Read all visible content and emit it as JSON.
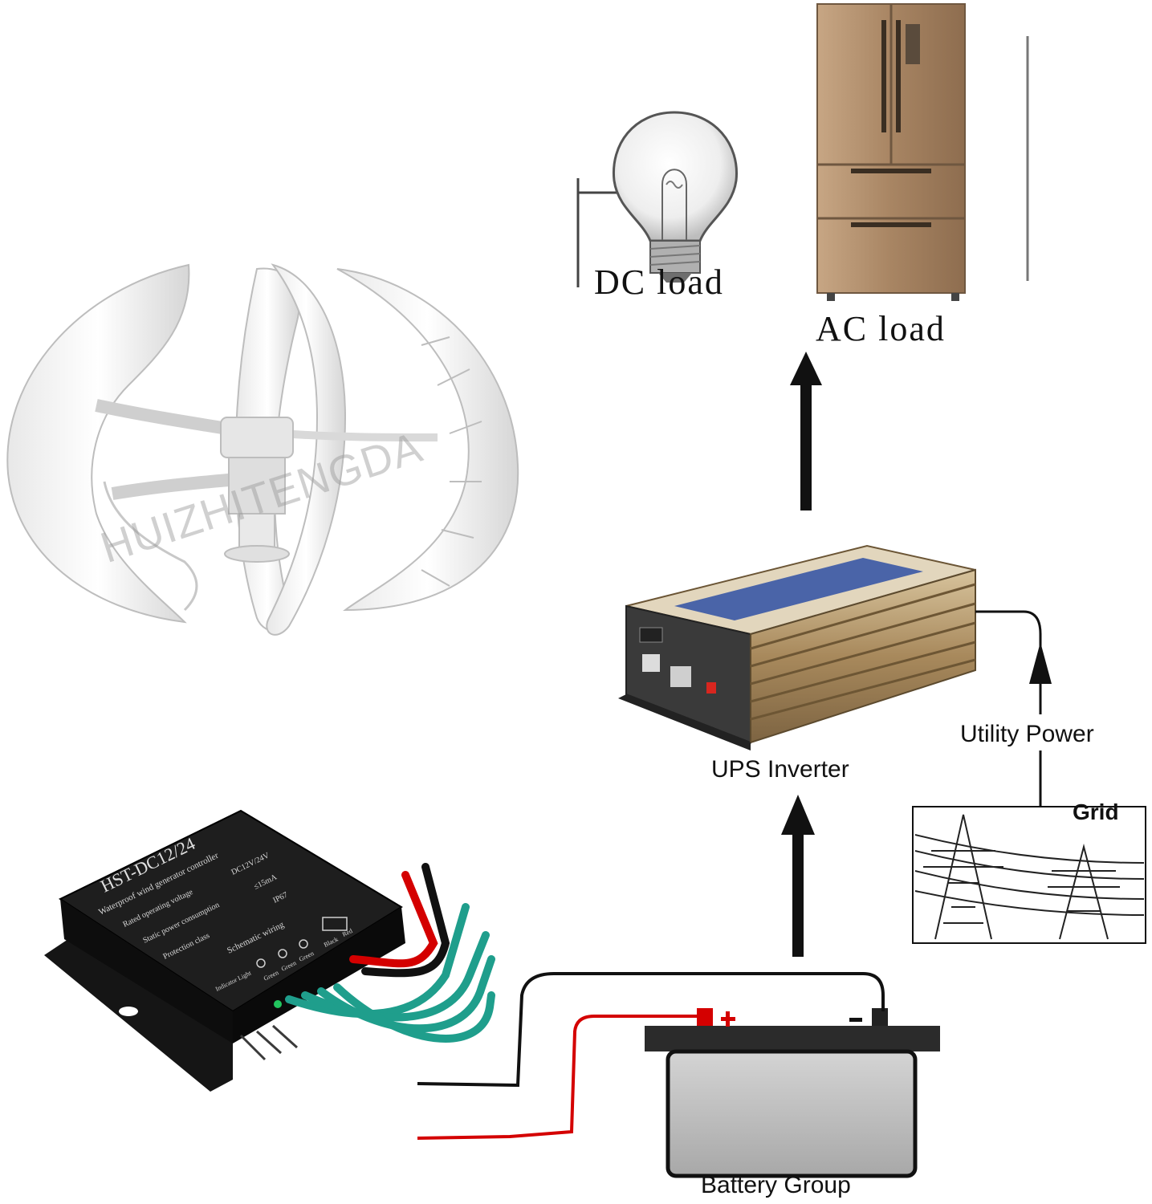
{
  "labels": {
    "dc_load": "DC load",
    "ac_load": "AC load",
    "ups_inverter": "UPS Inverter",
    "utility_power": "Utility Power",
    "grid": "Grid",
    "battery_group": "Battery Group"
  },
  "watermark": "HUIZHITENGDA",
  "controller": {
    "model": "HST-DC12/24",
    "subtitle": "Waterproof wind generator controller",
    "rows": [
      {
        "label": "Rated operating voltage",
        "value": "DC12V/24V"
      },
      {
        "label": "Static power consumption",
        "value": "≤15mA"
      },
      {
        "label": "Protection class",
        "value": "IP67"
      }
    ],
    "wiring_title": "Schematic wiring",
    "terminals": [
      "Indicator Light",
      "Green",
      "Green",
      "Green",
      "Black",
      "Red"
    ]
  },
  "battery_terminals": {
    "positive": "+",
    "negative": "−"
  },
  "colors": {
    "wire_black": "#111111",
    "wire_red": "#d40000",
    "wire_green": "#1f9e8c",
    "inverter_gold": "#b89a6a",
    "fridge_brown": "#b08e6e",
    "battery_gray": "#bdbdbd",
    "controller_black": "#1a1a1a"
  }
}
